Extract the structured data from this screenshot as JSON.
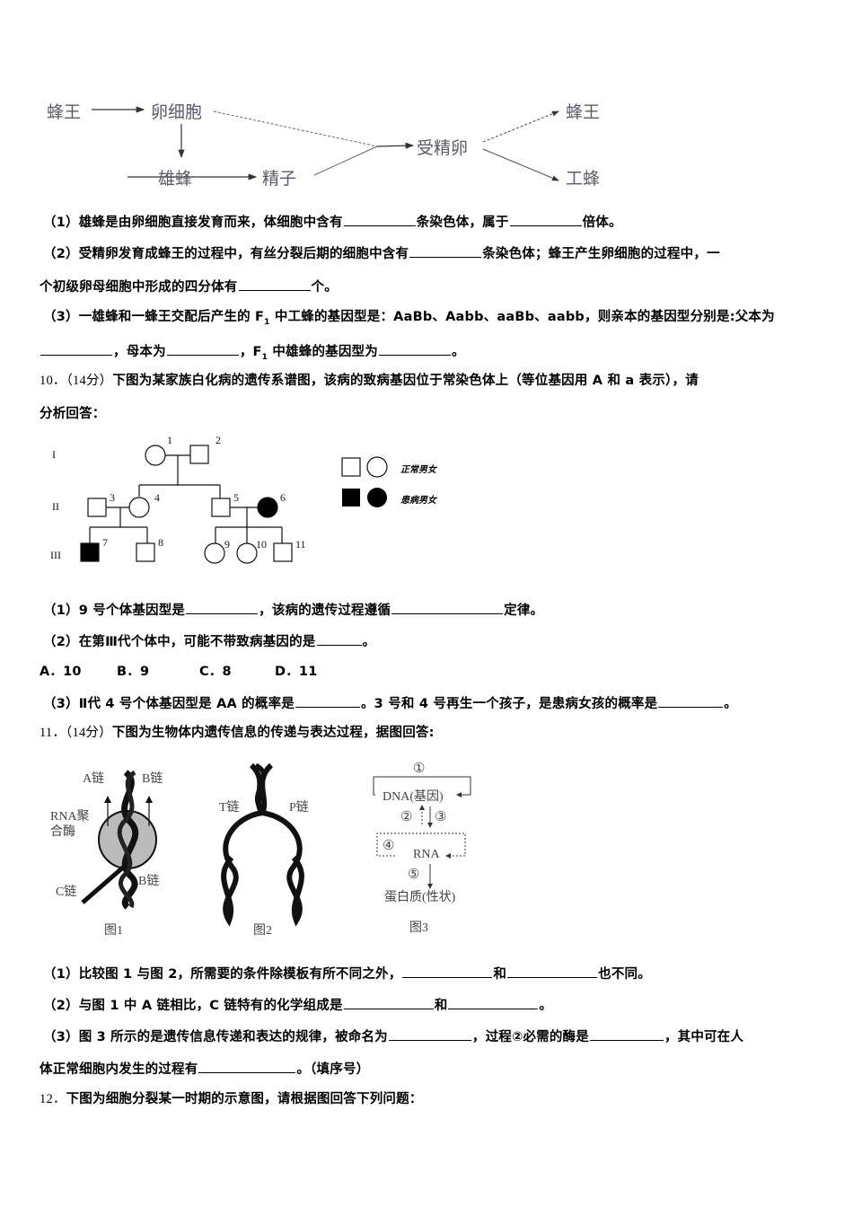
{
  "q9_figure": {
    "nodes": {
      "queen1": "蜂王",
      "egg": "卵细胞",
      "drone": "雄蜂",
      "sperm": "精子",
      "zygote": "受精卵",
      "queen2": "蜂王",
      "worker": "工蜂"
    }
  },
  "q9": {
    "sub1": {
      "a": "（1）雄蜂是由卵细胞直接发育而来，体细胞中含有",
      "b": "条染色体，属于",
      "c": "倍体。"
    },
    "sub2": {
      "a": "（2）受精卵发育成蜂王的过程中，有丝分裂后期的细胞中含有",
      "b": "条染色体；蜂王产生卵细胞的过程中，一",
      "c": "个初级卵母细胞中形成的四分体有",
      "d": "个。"
    },
    "sub3": {
      "a": "（3）一雄蜂和一蜂王交配后产生的 F",
      "sub": "1",
      "b": " 中工蜂的基因型是：AaBb、Aabb、aaBb、aabb，则亲本的基因型分别是:父本为",
      "c": "，母本为",
      "d": "，F",
      "e": " 中雄蜂的基因型为",
      "f": "。"
    }
  },
  "q10": {
    "number": "10．（14分）",
    "stem1": "下图为某家族白化病的遗传系谱图，该病的致病基因位于常染色体上（等位基因用 A 和 a 表示），请",
    "stem2": "分析回答：",
    "pedigree": {
      "generations": [
        "I",
        "II",
        "III"
      ],
      "individuals": [
        "1",
        "2",
        "3",
        "4",
        "5",
        "6",
        "7",
        "8",
        "9",
        "10",
        "11"
      ],
      "legend_normal": "正常男女",
      "legend_affected": "患病男女"
    },
    "sub1": {
      "a": "（1）9 号个体基因型是",
      "b": "，该病的遗传过程遵循",
      "c": "定律。"
    },
    "sub2": {
      "a": "（2）在第Ⅲ代个体中，可能不带致病基因的是",
      "b": "。"
    },
    "options": [
      "A．10",
      "B．9",
      "C．8",
      "D．11"
    ],
    "sub3": {
      "a": "（3）Ⅱ代 4 号个体基因型是 AA 的概率是",
      "b": "。3 号和 4 号再生一个孩子，是患病女孩的概率是",
      "c": "。"
    }
  },
  "q11": {
    "number": "11．（14分）",
    "stem": "下图为生物体内遗传信息的传递与表达过程，据图回答:",
    "fig1": {
      "a_chain": "A链",
      "b_chain_top": "B链",
      "rna_pol_1": "RNA聚",
      "rna_pol_2": "合酶",
      "c_chain": "C链",
      "b_chain_bottom": "B链",
      "caption": "图1"
    },
    "fig2": {
      "t_chain": "T链",
      "p_chain": "P链",
      "caption": "图2"
    },
    "fig3": {
      "c1": "①",
      "dna": "DNA(基因)",
      "c2": "②",
      "c3": "③",
      "c4": "④",
      "rna": "RNA",
      "c5": "⑤",
      "protein": "蛋白质(性状)",
      "caption": "图3"
    },
    "sub1": {
      "a": "（1）比较图 1 与图 2，所需要的条件除模板有所不同之外，",
      "b": "和",
      "c": "也不同。"
    },
    "sub2": {
      "a": "（2）与图 1 中 A 链相比，C 链特有的化学组成是",
      "b": "和",
      "c": "。"
    },
    "sub3": {
      "a": "（3）图 3 所示的是遗传信息传递和表达的规律，被命名为",
      "b": "，过程②必需的酶是",
      "c": "，其中可在人",
      "d": "体正常细胞内发生的过程有",
      "e": "。（填序号）"
    }
  },
  "q12": {
    "number": "12．",
    "stem": "下图为细胞分裂某一时期的示意图，请根据图回答下列问题："
  }
}
